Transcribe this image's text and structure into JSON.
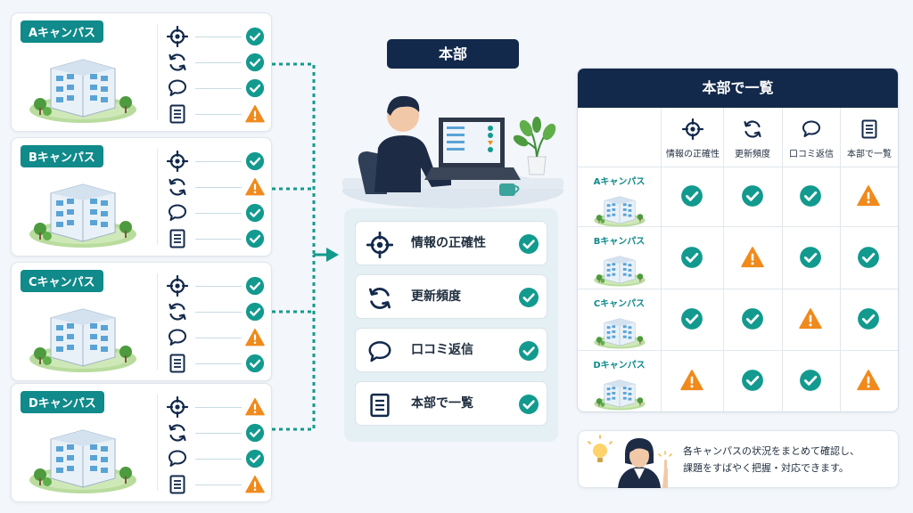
{
  "campuses": [
    {
      "label": "Aキャンパス",
      "statuses": [
        "ok",
        "ok",
        "ok",
        "warn"
      ]
    },
    {
      "label": "Bキャンパス",
      "statuses": [
        "ok",
        "warn",
        "ok",
        "ok"
      ]
    },
    {
      "label": "Cキャンパス",
      "statuses": [
        "ok",
        "ok",
        "warn",
        "ok"
      ]
    },
    {
      "label": "Dキャンパス",
      "statuses": [
        "warn",
        "ok",
        "ok",
        "warn"
      ]
    }
  ],
  "criteria": [
    {
      "icon": "crosshair-icon",
      "label": "情報の正確性"
    },
    {
      "icon": "refresh-icon",
      "label": "更新頻度"
    },
    {
      "icon": "speech-bubble-icon",
      "label": "口コミ返信"
    },
    {
      "icon": "document-icon",
      "label": "本部で一覧"
    }
  ],
  "hq": {
    "title": "本部",
    "statuses": [
      "ok",
      "ok",
      "ok",
      "ok"
    ]
  },
  "table": {
    "title": "本部で一覧"
  },
  "note": {
    "line1": "各キャンパスの状況をまとめて確認し、",
    "line2": "課題をすばやく把握・対応できます。"
  },
  "colors": {
    "navy": "#13294b",
    "teal": "#108a8a",
    "ok": "#139a8f",
    "warn": "#f08a1c",
    "panel": "#e5f0f5"
  }
}
